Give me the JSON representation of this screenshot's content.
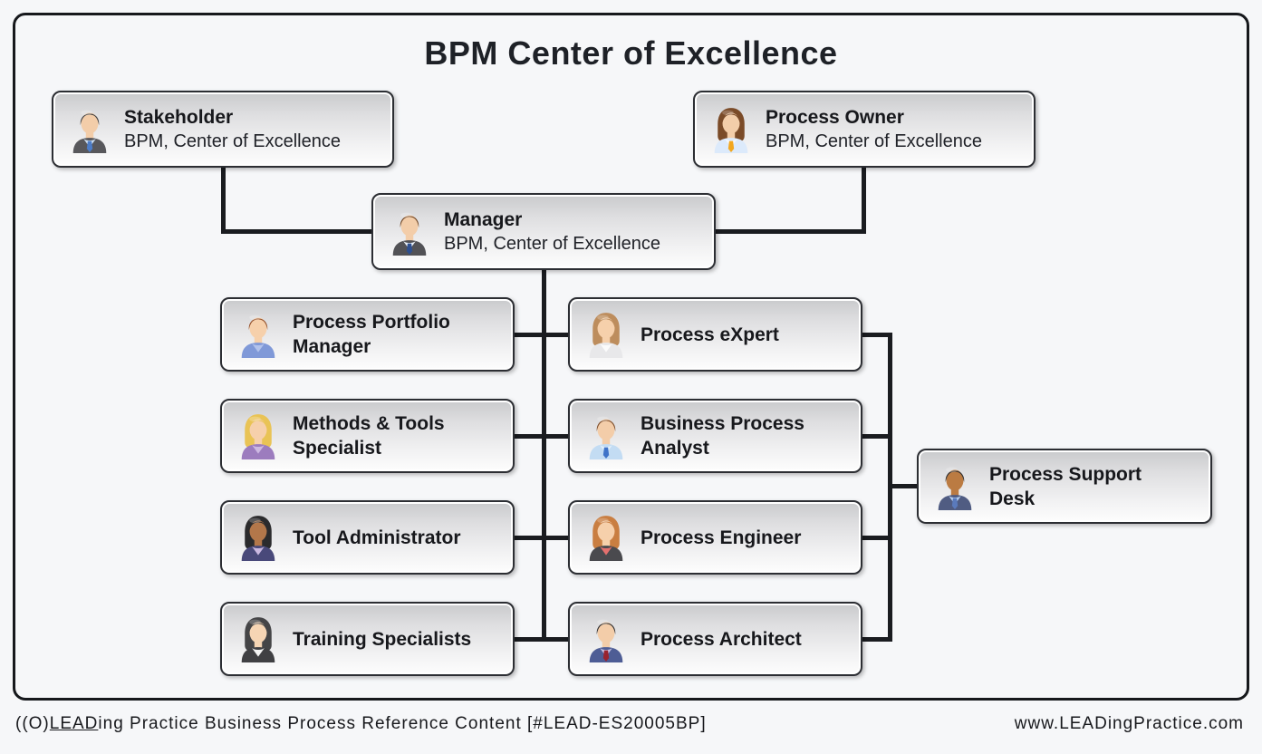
{
  "title": "BPM Center of Excellence",
  "nodes": {
    "stakeholder": {
      "title": "Stakeholder",
      "subtitle": "BPM, Center of Excellence",
      "avatar": {
        "hair": "#3f3f41",
        "skin": "#f3cda9",
        "torso": "#58585c",
        "shirt": "#cfe0f2",
        "tie": "#4d7dc8",
        "long_hair": false,
        "has_tie": true
      }
    },
    "process_owner": {
      "title": "Process Owner",
      "subtitle": "BPM, Center of Excellence",
      "avatar": {
        "hair": "#7b4b28",
        "skin": "#f3cda9",
        "torso": "#dceafb",
        "shirt": "#f4f9fe",
        "tie": "#f2a71f",
        "long_hair": true,
        "has_tie": true
      }
    },
    "manager": {
      "title": "Manager",
      "subtitle": "BPM, Center of Excellence",
      "avatar": {
        "hair": "#6e4423",
        "skin": "#f3cda9",
        "torso": "#525256",
        "shirt": "#e9eff6",
        "tie": "#2e4f8f",
        "long_hair": false,
        "has_tie": true
      }
    },
    "process_portfolio_manager": {
      "title": "Process Portfolio Manager",
      "avatar": {
        "hair": "#94502a",
        "skin": "#f6d0ab",
        "torso": "#8099d8",
        "shirt": "#b3c3ec",
        "tie": "#7d96d5",
        "long_hair": false,
        "has_tie": false
      }
    },
    "methods_tools_specialist": {
      "title": "Methods & Tools Specialist",
      "avatar": {
        "hair": "#e9c355",
        "skin": "#f6d0ab",
        "torso": "#9c7cbe",
        "shirt": "#cdb9e2",
        "tie": "#9c7cbe",
        "long_hair": true,
        "has_tie": false
      }
    },
    "tool_administrator": {
      "title": "Tool Administrator",
      "avatar": {
        "hair": "#2b2b2d",
        "skin": "#b3774a",
        "torso": "#49497a",
        "shirt": "#cbb9e1",
        "tie": "#49497a",
        "long_hair": true,
        "has_tie": false
      }
    },
    "training_specialists": {
      "title": "Training Specialists",
      "avatar": {
        "hair": "#454547",
        "skin": "#f6d5b4",
        "torso": "#404043",
        "shirt": "#f4f4f4",
        "tie": "#404043",
        "long_hair": true,
        "has_tie": false
      }
    },
    "process_expert": {
      "title": "Process eXpert",
      "avatar": {
        "hair": "#bd8d5d",
        "skin": "#f6d0ab",
        "torso": "#e8e8ea",
        "shirt": "#fbfbfb",
        "tie": "#e8e8ea",
        "long_hair": true,
        "has_tie": false
      }
    },
    "business_process_analyst": {
      "title": "Business Process Analyst",
      "avatar": {
        "hair": "#7b4b28",
        "skin": "#f3cda9",
        "torso": "#c3dcf3",
        "shirt": "#e3f0fa",
        "tie": "#3f73c8",
        "long_hair": false,
        "has_tie": true
      }
    },
    "process_engineer": {
      "title": "Process Engineer",
      "avatar": {
        "hair": "#c97e41",
        "skin": "#f6d0ab",
        "torso": "#4a4a4e",
        "shirt": "#e4706e",
        "tie": "#4a4a4e",
        "long_hair": true,
        "has_tie": false
      }
    },
    "process_architect": {
      "title": "Process Architect",
      "avatar": {
        "hair": "#2d2d2f",
        "skin": "#f3cda9",
        "torso": "#4e5d95",
        "shirt": "#c5bfe2",
        "tie": "#99222e",
        "long_hair": false,
        "has_tie": true
      }
    },
    "process_support_desk": {
      "title": "Process Support Desk",
      "avatar": {
        "hair": "#2d2d2f",
        "skin": "#bb7b42",
        "torso": "#505c82",
        "shirt": "#bad3f2",
        "tie": "#5a7abc",
        "long_hair": false,
        "has_tie": true
      }
    }
  },
  "footer": {
    "logo_prefix": "((O)",
    "logo_lead": "LEAD",
    "left_rest": "ing Practice Business Process Reference Content [#LEAD-ES20005BP]",
    "website": "www.LEADingPractice.com"
  },
  "colors": {
    "line": "#1a1c20",
    "box_border": "#2c2e33",
    "background": "#f6f7f9"
  }
}
